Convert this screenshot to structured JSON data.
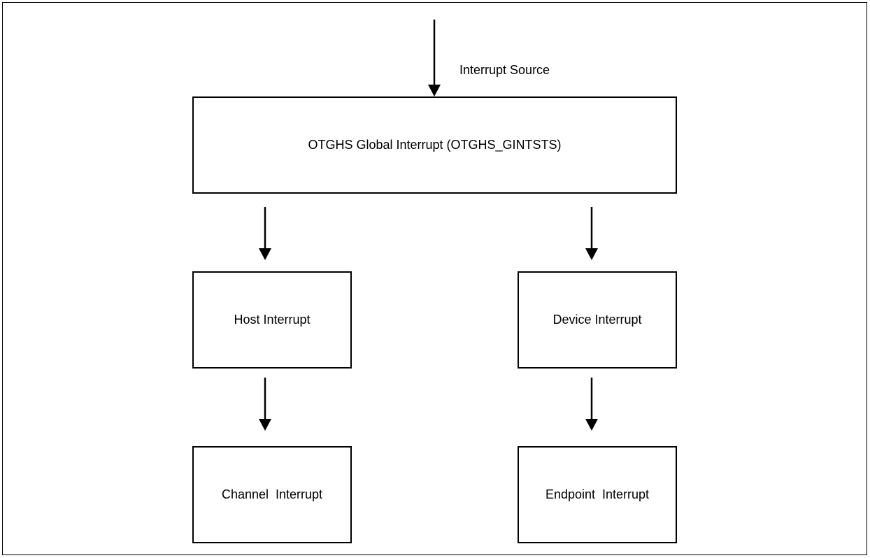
{
  "diagram": {
    "source_label": "Interrupt Source",
    "nodes": {
      "global": "OTGHS Global Interrupt (OTGHS_GINTSTS)",
      "host": "Host Interrupt",
      "device": "Device Interrupt",
      "channel": "Channel  Interrupt",
      "endpoint": "Endpoint  Interrupt"
    },
    "edges": [
      {
        "from": "Interrupt Source",
        "to": "OTGHS Global Interrupt (OTGHS_GINTSTS)"
      },
      {
        "from": "OTGHS Global Interrupt (OTGHS_GINTSTS)",
        "to": "Host Interrupt"
      },
      {
        "from": "OTGHS Global Interrupt (OTGHS_GINTSTS)",
        "to": "Device Interrupt"
      },
      {
        "from": "Host Interrupt",
        "to": "Channel  Interrupt"
      },
      {
        "from": "Device Interrupt",
        "to": "Endpoint  Interrupt"
      }
    ]
  }
}
